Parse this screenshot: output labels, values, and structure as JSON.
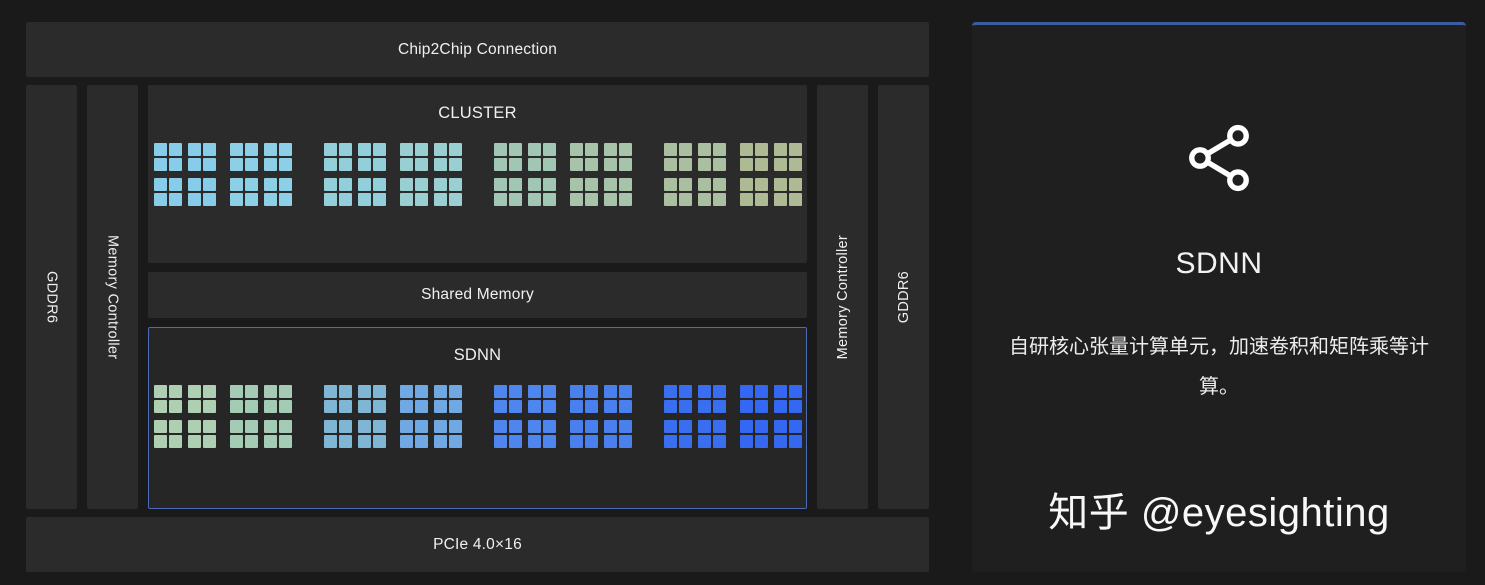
{
  "diagram": {
    "top_bar_label": "Chip2Chip Connection",
    "bottom_bar_label": "PCIe 4.0×16",
    "left_columns": [
      {
        "label": "GDDR6"
      },
      {
        "label": "Memory Controller"
      }
    ],
    "right_columns": [
      {
        "label": "Memory Controller"
      },
      {
        "label": "GDDR6"
      }
    ],
    "cluster": {
      "title": "CLUSTER",
      "block_colors": [
        "#87cdea",
        "#8ccfe6",
        "#93cfda",
        "#99cfd2",
        "#a2c6b4",
        "#a7c4ab",
        "#aabfa0",
        "#adba93"
      ]
    },
    "shared_memory": {
      "title": "Shared Memory"
    },
    "sdnn": {
      "title": "SDNN",
      "block_colors": [
        "#aecfb2",
        "#a4cbb4",
        "#7fb6d6",
        "#6fa8e2",
        "#4f85ee",
        "#4a7fee",
        "#3a6ef0",
        "#3568f2"
      ],
      "accent_color": "#4a6bb5"
    }
  },
  "info_card": {
    "icon": "share-nodes-icon",
    "title": "SDNN",
    "description": "自研核心张量计算单元，加速卷积和矩阵乘等计算。",
    "accent_color": "#3b5c9e"
  },
  "watermark": {
    "text": "知乎 @eyesighting"
  }
}
